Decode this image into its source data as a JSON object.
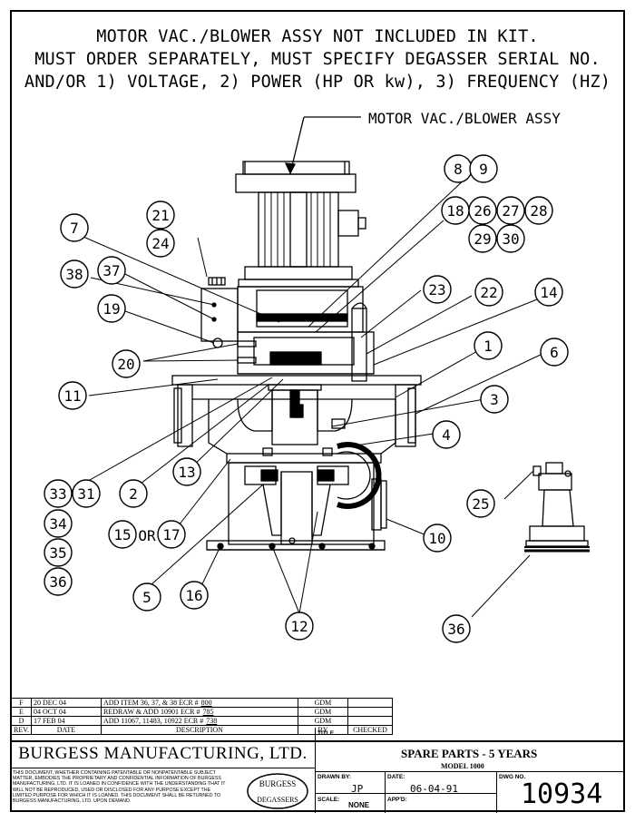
{
  "notes": {
    "line1": "MOTOR VAC./BLOWER ASSY NOT INCLUDED IN KIT.",
    "line2": "MUST ORDER SEPARATELY, MUST SPECIFY DEGASSER SERIAL NO.",
    "line3": "AND/OR 1) VOLTAGE, 2) POWER (HP OR kw), 3) FREQUENCY (HZ)"
  },
  "callout_motor": "MOTOR VAC./BLOWER ASSY",
  "balloons": [
    {
      "id": "b7",
      "text": "7"
    },
    {
      "id": "b21",
      "text": "21"
    },
    {
      "id": "b24",
      "text": "24"
    },
    {
      "id": "b38",
      "text": "38"
    },
    {
      "id": "b37",
      "text": "37"
    },
    {
      "id": "b19",
      "text": "19"
    },
    {
      "id": "b20",
      "text": "20"
    },
    {
      "id": "b11",
      "text": "11"
    },
    {
      "id": "b8",
      "text": "8"
    },
    {
      "id": "b9",
      "text": "9"
    },
    {
      "id": "b18",
      "text": "18"
    },
    {
      "id": "b26",
      "text": "26"
    },
    {
      "id": "b27",
      "text": "27"
    },
    {
      "id": "b28",
      "text": "28"
    },
    {
      "id": "b29",
      "text": "29"
    },
    {
      "id": "b30",
      "text": "30"
    },
    {
      "id": "b23",
      "text": "23"
    },
    {
      "id": "b22",
      "text": "22"
    },
    {
      "id": "b14",
      "text": "14"
    },
    {
      "id": "b1",
      "text": "1"
    },
    {
      "id": "b6",
      "text": "6"
    },
    {
      "id": "b3",
      "text": "3"
    },
    {
      "id": "b4",
      "text": "4"
    },
    {
      "id": "b33",
      "text": "33"
    },
    {
      "id": "b31",
      "text": "31"
    },
    {
      "id": "b2",
      "text": "2"
    },
    {
      "id": "b13",
      "text": "13"
    },
    {
      "id": "b34",
      "text": "34"
    },
    {
      "id": "b35",
      "text": "35"
    },
    {
      "id": "b36a",
      "text": "36"
    },
    {
      "id": "b15",
      "text": "15"
    },
    {
      "id": "b17",
      "text": "17"
    },
    {
      "id": "b25",
      "text": "25"
    },
    {
      "id": "b10",
      "text": "10"
    },
    {
      "id": "b5",
      "text": "5"
    },
    {
      "id": "b16",
      "text": "16"
    },
    {
      "id": "b12",
      "text": "12"
    },
    {
      "id": "b36b",
      "text": "36"
    }
  ],
  "or_label": "OR",
  "revisions": [
    {
      "rev": "F",
      "date": "20 DEC 04",
      "desc": "ADD ITEM 36, 37, & 38 ECR #",
      "ecr": "800",
      "by": "GDM"
    },
    {
      "rev": "E",
      "date": "04 OCT 04",
      "desc": "REDRAW & ADD 10901 ECR #",
      "ecr": "785",
      "by": "GDM"
    },
    {
      "rev": "D",
      "date": "17 FEB 04",
      "desc": "ADD 11067, 11483, 10922 ECR #",
      "ecr": "738",
      "by": "GDM"
    }
  ],
  "rev_headers": {
    "rev": "REV.",
    "date": "DATE",
    "desc": "DESCRIPTION",
    "by": "BY",
    "checked": "CHECKED"
  },
  "company": "BURGESS MANUFACTURING, LTD.",
  "confidential": "THIS DOCUMENT, WHETHER CONTAINING PATENTABLE OR NONPATENTABLE SUBJECT MATTER, EMBODIES THE PROPRIETARY AND CONFIDENTIAL INFORMATION OF BURGESS MANUFACTURING, LTD. IT IS LOANED IN CONFIDENCE WITH THE UNDERSTANDING THAT IT WILL NOT BE REPRODUCED, USED OR DISCLOSED FOR ANY PURPOSE EXCEPT THE LIMITED PURPOSE FOR WHICH IT IS LOANED. THIS DOCUMENT SHALL BE RETURNED TO BURGESS MANUFACTURING, LTD. UPON DEMAND.",
  "logo": {
    "top": "BURGESS",
    "bottom": "DEGASSERS"
  },
  "title_block": {
    "title_label": "TITLE",
    "title": "SPARE PARTS - 5 YEARS",
    "subtitle": "MODEL 1000",
    "drawn_by_label": "DRAWN BY:",
    "drawn_by": "JP",
    "date_label": "DATE:",
    "date": "06-04-91",
    "dwg_no_label": "DWG NO.",
    "dwg_no": "10934",
    "scale_label": "SCALE:",
    "scale": "NONE",
    "appd_label": "APP'D:",
    "appd": ""
  }
}
